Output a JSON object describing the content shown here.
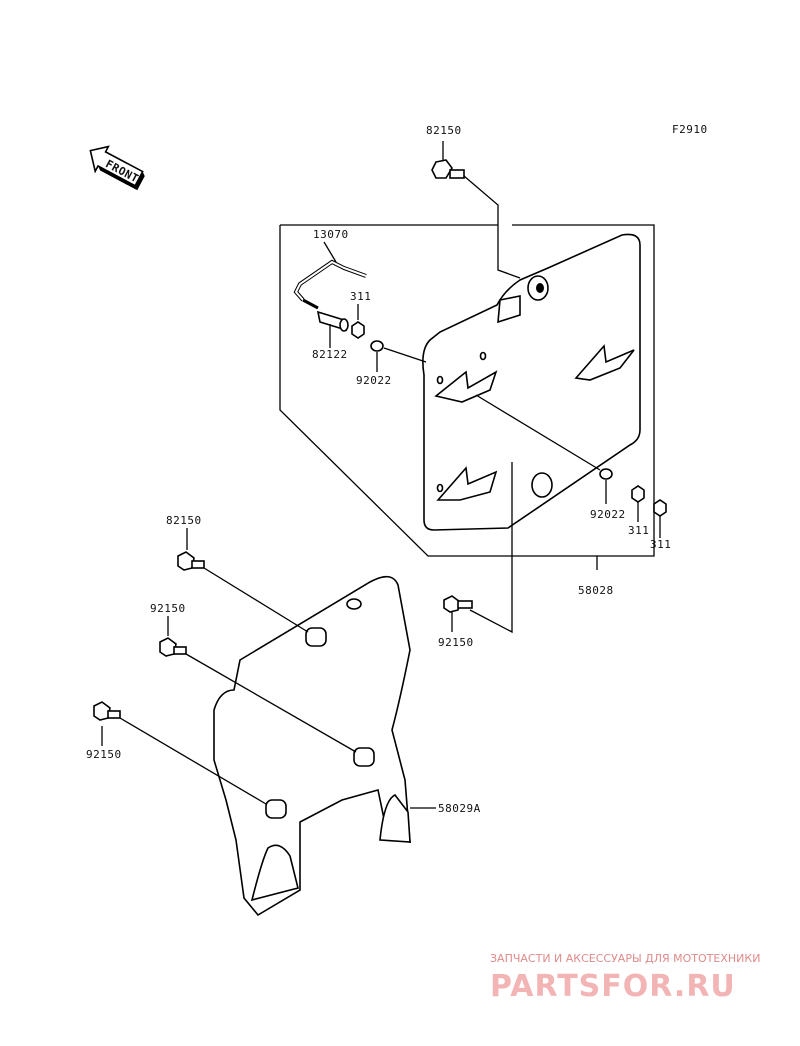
{
  "figure_code": "F2910",
  "front_label": "FRONT",
  "labels": {
    "bolt_top": "82150",
    "wire": "13070",
    "collar": "82122",
    "nut_311_a": "311",
    "nut_92022_a": "92022",
    "nut_92022_b": "92022",
    "nut_311_b": "311",
    "nut_311_c": "311",
    "plate_assy": "58028",
    "bolt_left_1": "82150",
    "bolt_left_2": "92150",
    "bolt_left_3": "92150",
    "bolt_center": "92150",
    "guard": "58029A"
  },
  "watermark": {
    "tagline": "ЗАПЧАСТИ И АКСЕССУАРЫ ДЛЯ МОТОТЕХНИКИ",
    "brand": "PARTSFOR.RU"
  }
}
